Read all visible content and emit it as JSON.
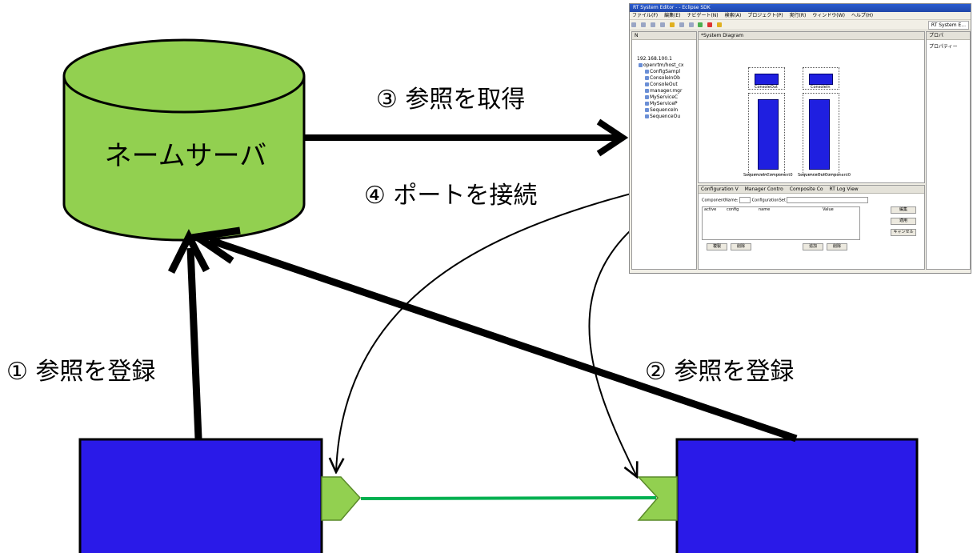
{
  "name_server": {
    "label": "ネームサーバ",
    "fill": "#92d050",
    "stroke": "#000000"
  },
  "steps": {
    "s1": "① 参照を登録",
    "s2": "② 参照を登録",
    "s3": "③ 参照を取得",
    "s4": "④ ポートを接続"
  },
  "components": {
    "fill": "#2a1ae8",
    "port_fill": "#92d050",
    "link_color": "#00b050"
  },
  "eclipse": {
    "title": "RT System Editor - - Eclipse SDK",
    "menu": [
      "ファイル(F)",
      "編集(E)",
      "ナビゲート(N)",
      "検索(A)",
      "プロジェクト(P)",
      "実行(R)",
      "ウィンドウ(W)",
      "ヘルプ(H)"
    ],
    "perspective": "RT System E...",
    "ns_tab": "N",
    "diagram_tab": "*System Diagram",
    "props_tab": "プロパ",
    "props_header": "プロパティー",
    "tree": {
      "root": "192.168.100.1",
      "host": "openrtm/host_cx",
      "items": [
        "ConfigSampl",
        "ConsoleInOb",
        "ConsoleOut",
        "manager.mgr",
        "MyServiceC",
        "MyServiceP",
        "SequenceIn",
        "SequenceOu"
      ]
    },
    "diagram": {
      "comp1_top": "ConsoleOut",
      "comp2_top": "ConsoleIn",
      "comp1_bottom": "SequenceInComponent0",
      "comp2_bottom": "SequenceOutComponent0"
    },
    "bottom_tabs": [
      "Configuration V",
      "Manager Contro",
      "Composite Co",
      "RT Log View"
    ],
    "config": {
      "component_name_label": "ComponentName:",
      "config_set_label": "ConfigurationSet",
      "col_active": "active",
      "col_config": "config",
      "col_name": "name",
      "col_value": "Value",
      "btn_apply": "適用",
      "btn_edit": "編集",
      "btn_cancel": "キャンセル",
      "btn_add": "追加",
      "btn_delete": "削除",
      "btn_copy": "複製"
    }
  }
}
